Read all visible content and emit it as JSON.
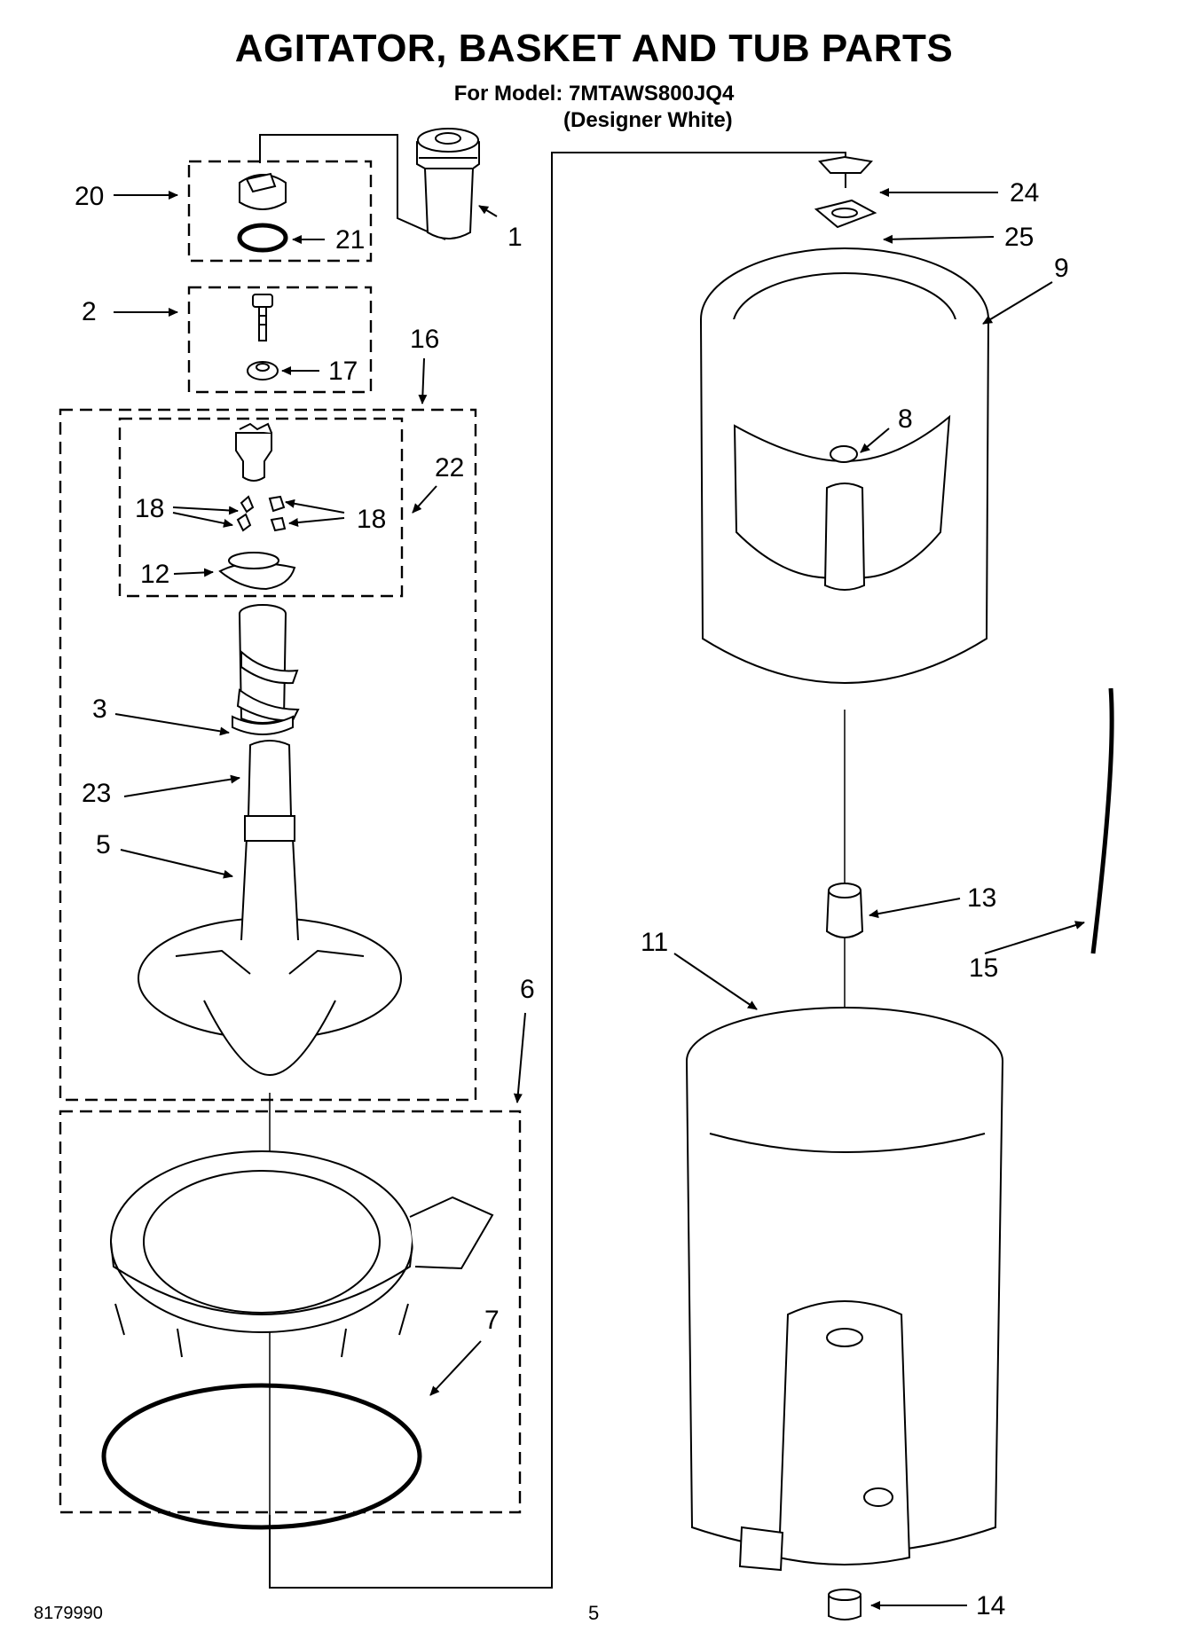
{
  "header": {
    "title": "AGITATOR, BASKET AND TUB PARTS",
    "model_line": "For Model: 7MTAWS800JQ4",
    "variant_line": "(Designer White)"
  },
  "footer": {
    "doc_number": "8179990",
    "page_number": "5"
  },
  "callouts": {
    "c1": "1",
    "c2": "2",
    "c3": "3",
    "c5": "5",
    "c6": "6",
    "c7": "7",
    "c8": "8",
    "c9": "9",
    "c11": "11",
    "c12": "12",
    "c13": "13",
    "c14": "14",
    "c15": "15",
    "c16": "16",
    "c17": "17",
    "c18a": "18",
    "c18b": "18",
    "c20": "20",
    "c21": "21",
    "c22": "22",
    "c23": "23",
    "c24": "24",
    "c25": "25"
  }
}
